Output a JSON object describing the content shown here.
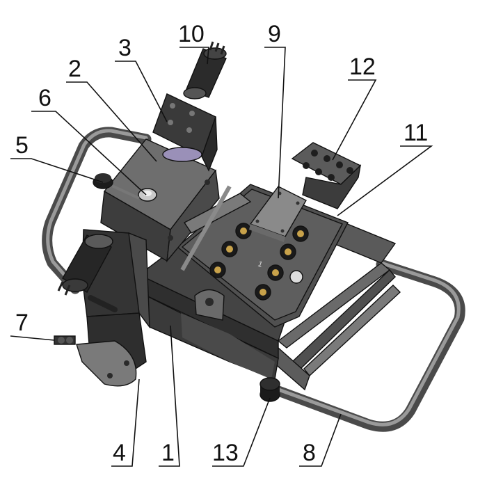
{
  "callouts": [
    {
      "id": "1",
      "label": "1"
    },
    {
      "id": "2",
      "label": "2"
    },
    {
      "id": "3",
      "label": "3"
    },
    {
      "id": "4",
      "label": "4"
    },
    {
      "id": "5",
      "label": "5"
    },
    {
      "id": "6",
      "label": "6"
    },
    {
      "id": "7",
      "label": "7"
    },
    {
      "id": "8",
      "label": "8"
    },
    {
      "id": "9",
      "label": "9"
    },
    {
      "id": "10",
      "label": "10"
    },
    {
      "id": "11",
      "label": "11"
    },
    {
      "id": "12",
      "label": "12"
    },
    {
      "id": "13",
      "label": "13"
    }
  ],
  "panel_mark": "1",
  "colors": {
    "body_dark": "#3a3a3a",
    "body_mid": "#555555",
    "body_light": "#6e6e6e",
    "plate": "#8a8a8a",
    "tube": "#4a4a4a",
    "brass": "#c8a24a",
    "gauge": "#c9c9c9",
    "ring": "#9a90b8"
  }
}
